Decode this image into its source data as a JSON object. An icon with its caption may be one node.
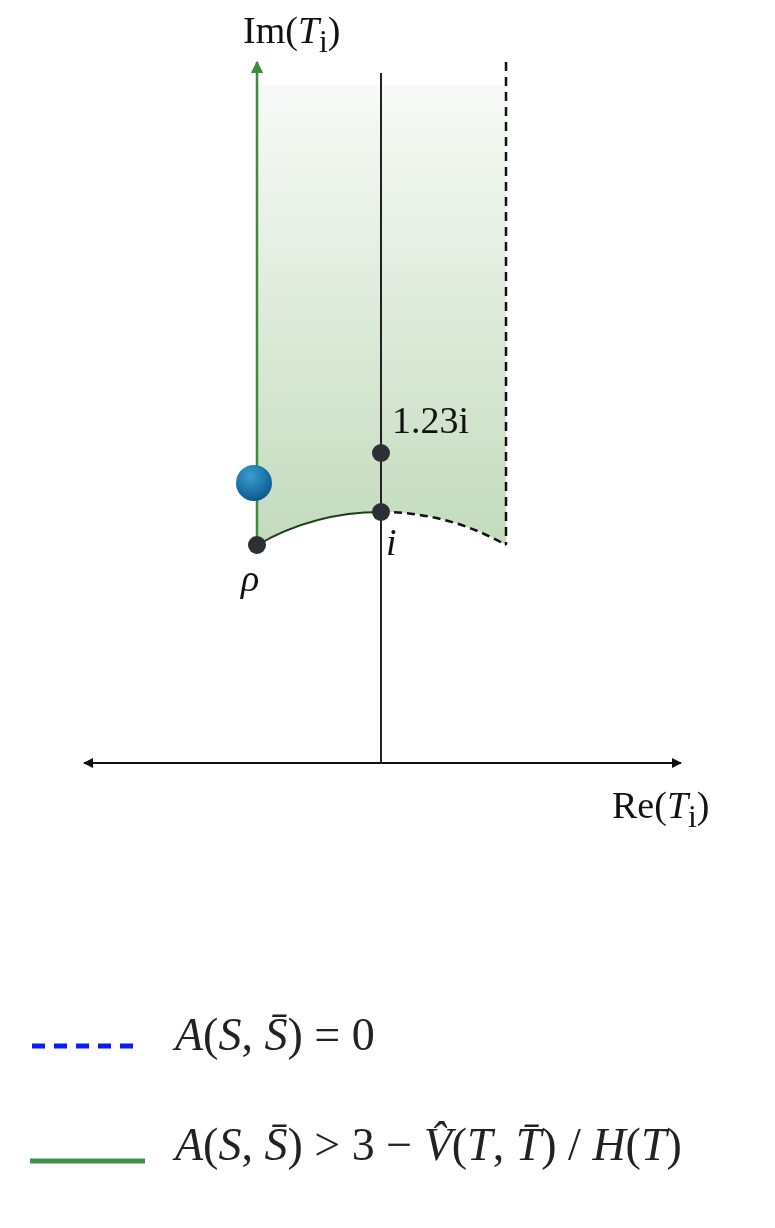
{
  "diagram": {
    "labels": [
      "Im(*T*$_{i}$)",
      "1.23i",
      "*i*",
      "*ρ*",
      "Re(*T*$_{i}$)"
    ],
    "legend": [
      {
        "text": "*A*(*S*, *S̄*) = 0"
      },
      {
        "text": "*A*(*S*, *S̄*) > 3 − *V̂*(*T*, *T̄*) / *H*(*T*)"
      }
    ]
  }
}
